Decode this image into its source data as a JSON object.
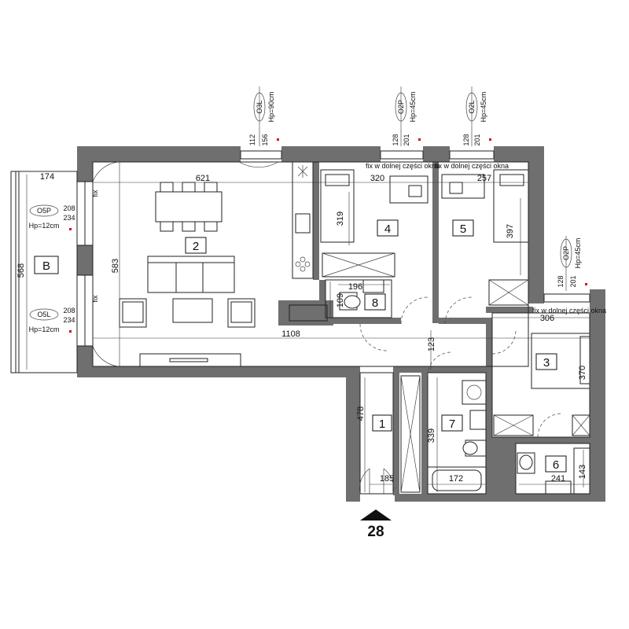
{
  "plan": {
    "entrance_number": "28",
    "rooms": [
      {
        "id": "1"
      },
      {
        "id": "2"
      },
      {
        "id": "3"
      },
      {
        "id": "4"
      },
      {
        "id": "5"
      },
      {
        "id": "6"
      },
      {
        "id": "7"
      },
      {
        "id": "8"
      },
      {
        "id": "B"
      }
    ],
    "dimensions": {
      "d174": "174",
      "d568": "568",
      "d208a": "208",
      "d234a": "234",
      "d208b": "208",
      "d234b": "234",
      "d583": "583",
      "d621": "621",
      "d1108": "1108",
      "d320": "320",
      "d319": "319",
      "d257": "257",
      "d397": "397",
      "d196": "196",
      "d109": "109",
      "d306": "306",
      "d370": "370",
      "d123": "123",
      "d478": "478",
      "d185": "185",
      "d339": "339",
      "d172": "172",
      "d241": "241",
      "d143": "143",
      "d112": "112",
      "d156": "156",
      "d128a": "128",
      "d201a": "201",
      "d128b": "128",
      "d201b": "201",
      "d128c": "128",
      "d201c": "201"
    },
    "windows": {
      "o3l": "O3L",
      "o3l_hp": "Hp=90cm",
      "o2p_a": "O2P",
      "o2p_a_hp": "Hp=45cm",
      "o2l": "O2L",
      "o2l_hp": "Hp=45cm",
      "o2p_b": "O2P",
      "o2p_b_hp": "Hp=45cm",
      "o5p": "O5P",
      "o5p_hp": "Hp=12cm",
      "o5l": "O5L",
      "o5l_hp": "Hp=12cm"
    },
    "notes": {
      "fix_a": "fix w dolnej części okna",
      "fix_b": "fix w dolnej części okna",
      "fix_c": "fix w dolnej części okna",
      "fix1": "fix",
      "fix2": "fix"
    },
    "colors": {
      "wall": "#6f6f6f",
      "marker": "#e0001a"
    }
  }
}
